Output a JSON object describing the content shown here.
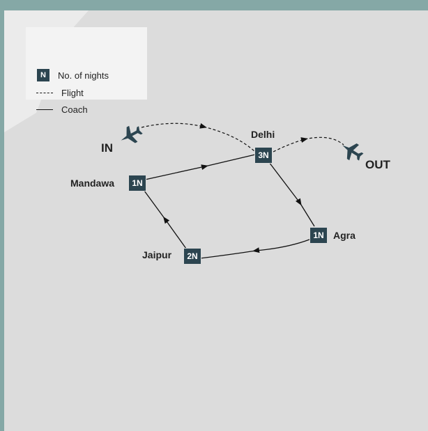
{
  "legend": {
    "nights_symbol": "N",
    "nights_label": "No. of nights",
    "flight_label": "Flight",
    "coach_label": "Coach"
  },
  "cities": [
    {
      "id": "delhi",
      "name": "Delhi",
      "nights": "3N"
    },
    {
      "id": "mandawa",
      "name": "Mandawa",
      "nights": "1N"
    },
    {
      "id": "jaipur",
      "name": "Jaipur",
      "nights": "2N"
    },
    {
      "id": "agra",
      "name": "Agra",
      "nights": "1N"
    }
  ],
  "route": {
    "in_label": "IN",
    "out_label": "OUT",
    "flights": [
      {
        "from": "IN",
        "to": "Delhi"
      },
      {
        "from": "Delhi",
        "to": "OUT"
      }
    ],
    "coach_legs": [
      {
        "from": "Mandawa",
        "to": "Delhi"
      },
      {
        "from": "Delhi",
        "to": "Agra"
      },
      {
        "from": "Agra",
        "to": "Jaipur"
      },
      {
        "from": "Jaipur",
        "to": "Mandawa"
      }
    ]
  },
  "colors": {
    "frame": "#85a8a6",
    "map_background": "#dcdcdc",
    "legend_background": "#f3f3f3",
    "marker": "#2c4550",
    "plane": "#2c4550",
    "route_line": "#111111"
  },
  "icons": {
    "plane": "airplane-icon"
  }
}
